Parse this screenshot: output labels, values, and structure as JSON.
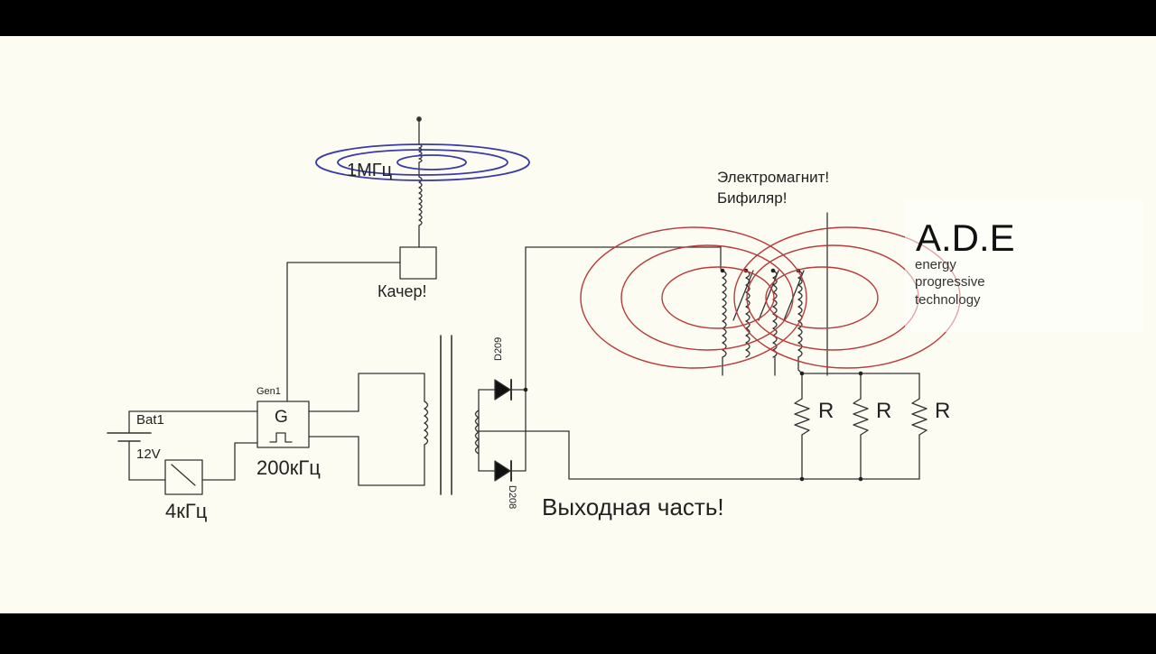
{
  "colors": {
    "frame": "#000000",
    "paper": "#fcfcf2",
    "wire": "#333333",
    "field_blue": "#3a3aa8",
    "field_red": "#b83b3b"
  },
  "labels": {
    "antenna_freq": "1МГц",
    "kacher": "Качер!",
    "gen_name": "Gen1",
    "gen_symbol": "G",
    "gen_freq": "200кГц",
    "bat_name": "Bat1",
    "bat_voltage": "12V",
    "switch_freq": "4кГц",
    "diode_top": "D209",
    "diode_bottom": "D208",
    "output_part": "Выходная часть!",
    "electromagnet_line1": "Электромагнит!",
    "electromagnet_line2": "Бифиляр!",
    "resistor_1": "R",
    "resistor_2": "R",
    "resistor_3": "R"
  },
  "logo": {
    "title": "A.D.E",
    "line1": "energy",
    "line2": "progressive",
    "line3": "technology"
  }
}
